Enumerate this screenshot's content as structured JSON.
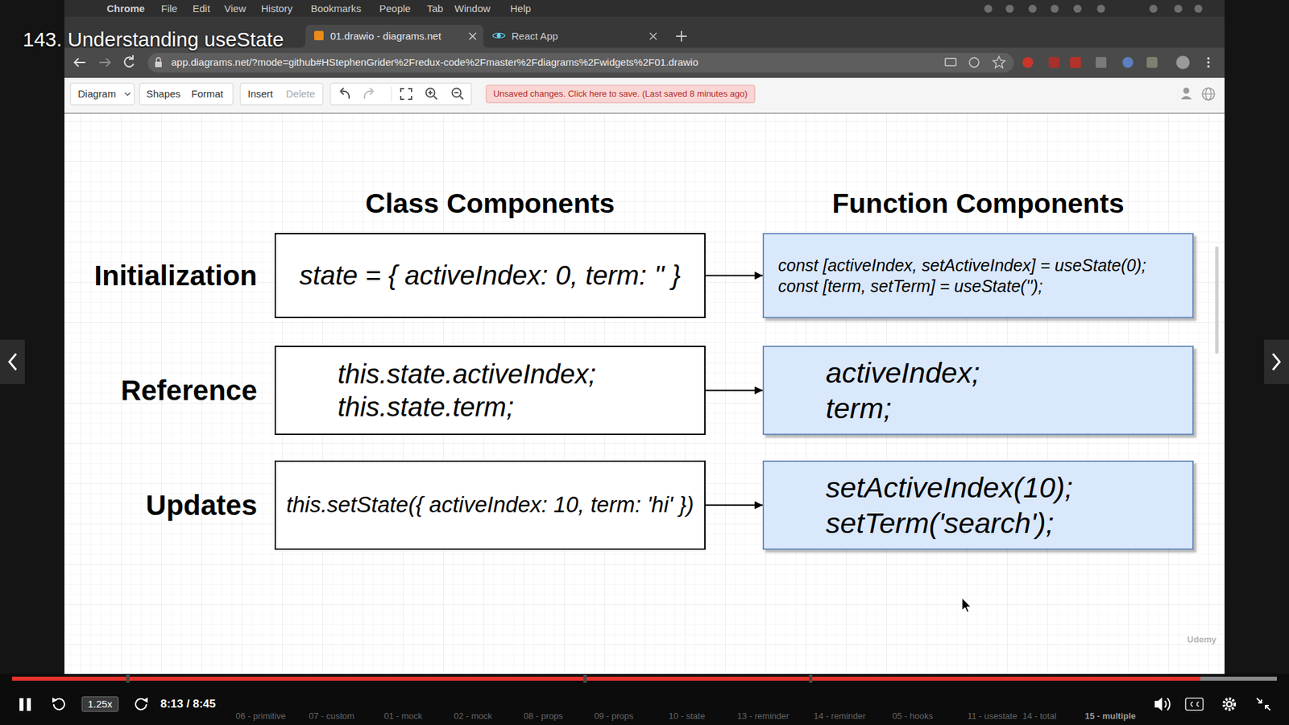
{
  "diagram": {
    "title": "143. Understanding useState",
    "nodes": [
      {
        "text": [
          "state = { activeIndex: 0, term: '' }"
        ]
      },
      {
        "text": [
          "const [activeIndex, setActiveIndex] = useState(0); const [term, setTerm] = useState('');"
        ]
      },
      {
        "text": [
          "this.state.activeIndex; this.state.term;"
        ]
      },
      {
        "text": [
          "activeIndex; term;"
        ]
      },
      {
        "text": [
          "this.setState({ activeIndex: 10, term: 'hi' })"
        ]
      },
      {
        "text": [
          "setActiveIndex(10); setTerm('search');"
        ]
      }
    ],
    "edges": [
      {
        "from": 0,
        "to": 1,
        "arrow": "to"
      },
      {
        "from": 2,
        "to": 3,
        "arrow": "to"
      },
      {
        "from": 4,
        "to": 5,
        "arrow": "to"
      }
    ],
    "labels": [
      "Chrome",
      "File",
      "Edit",
      "View",
      "History",
      "Bookmarks",
      "People",
      "Tab",
      "Window",
      "Help",
      "01.drawio - diagrams.net",
      "React App",
      "app.diagrams.net/?mode=github#HStephenGrider%2Fredux-code%2Fmaster%2Fdiagrams%2Fwidgets%2F01.drawio",
      "Diagram",
      "Shapes",
      "Format",
      "Insert",
      "Delete",
      "Unsaved changes. Click here to save. (Last saved 8 minutes ago)",
      "Class Components",
      "Function Components",
      "Initialization",
      "Reference",
      "Updates",
      "Udemy",
      "1.25x",
      "8:13 / 8:45",
      "06 - primitive",
      "07 - custom",
      "01 - mock",
      "02 - mock",
      "08 - props",
      "09 - props",
      "10 - state",
      "13 - reminder",
      "14 - reminder",
      "05 - hooks",
      "11 - usestate",
      "14 - total",
      "15 - multiple"
    ]
  }
}
